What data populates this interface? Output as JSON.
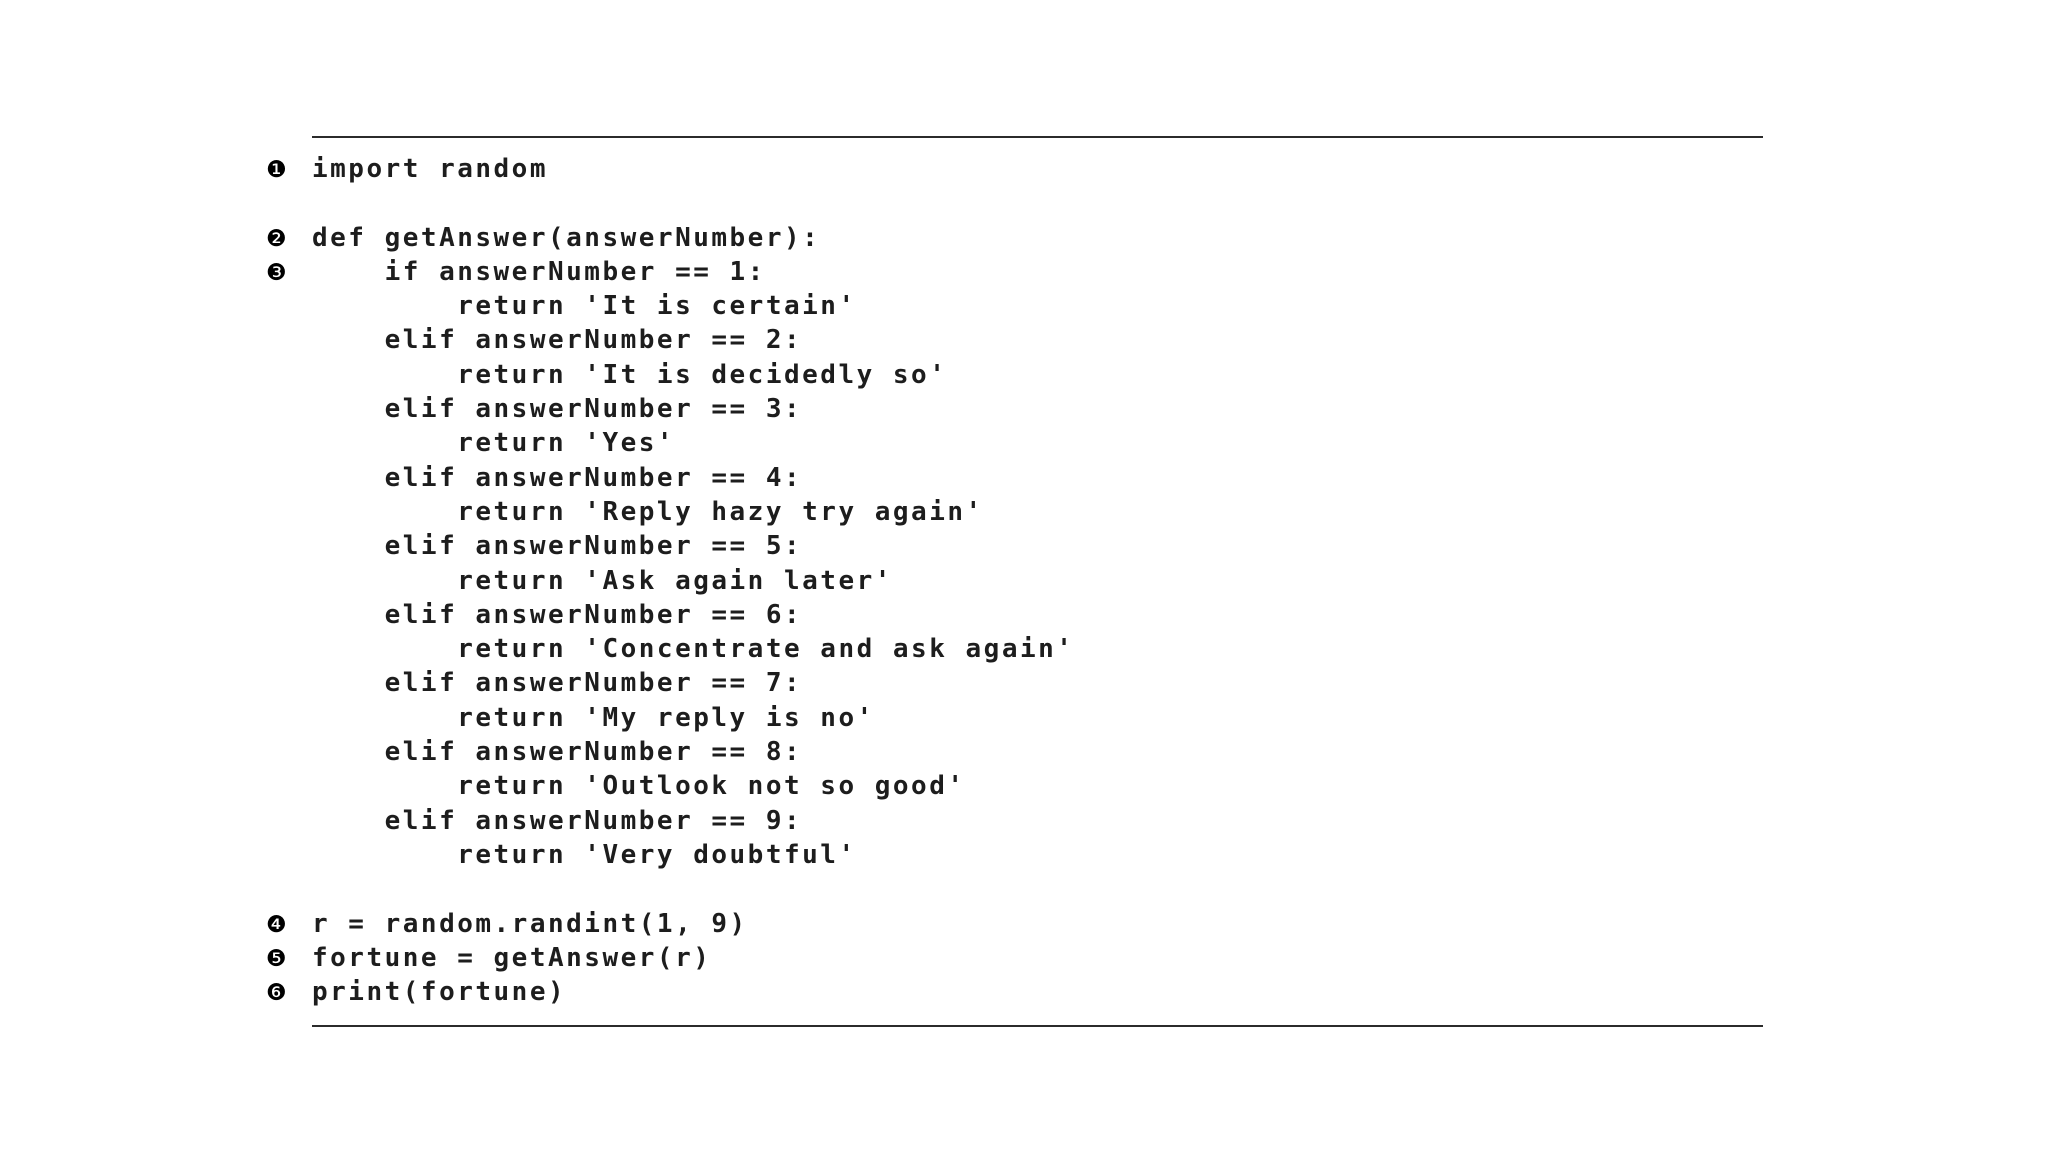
{
  "page": {
    "background_color": "#ffffff"
  },
  "listing": {
    "rule_color": "#2b2b2b",
    "text_color": "#1d1d1d",
    "marker_color": "#000000",
    "lines": [
      {
        "marker": "❶",
        "code": "import random"
      },
      {
        "marker": "",
        "code": ""
      },
      {
        "marker": "❷",
        "code": "def getAnswer(answerNumber):"
      },
      {
        "marker": "❸",
        "code": "    if answerNumber == 1:"
      },
      {
        "marker": "",
        "code": "        return 'It is certain'"
      },
      {
        "marker": "",
        "code": "    elif answerNumber == 2:"
      },
      {
        "marker": "",
        "code": "        return 'It is decidedly so'"
      },
      {
        "marker": "",
        "code": "    elif answerNumber == 3:"
      },
      {
        "marker": "",
        "code": "        return 'Yes'"
      },
      {
        "marker": "",
        "code": "    elif answerNumber == 4:"
      },
      {
        "marker": "",
        "code": "        return 'Reply hazy try again'"
      },
      {
        "marker": "",
        "code": "    elif answerNumber == 5:"
      },
      {
        "marker": "",
        "code": "        return 'Ask again later'"
      },
      {
        "marker": "",
        "code": "    elif answerNumber == 6:"
      },
      {
        "marker": "",
        "code": "        return 'Concentrate and ask again'"
      },
      {
        "marker": "",
        "code": "    elif answerNumber == 7:"
      },
      {
        "marker": "",
        "code": "        return 'My reply is no'"
      },
      {
        "marker": "",
        "code": "    elif answerNumber == 8:"
      },
      {
        "marker": "",
        "code": "        return 'Outlook not so good'"
      },
      {
        "marker": "",
        "code": "    elif answerNumber == 9:"
      },
      {
        "marker": "",
        "code": "        return 'Very doubtful'"
      },
      {
        "marker": "",
        "code": ""
      },
      {
        "marker": "❹",
        "code": "r = random.randint(1, 9)"
      },
      {
        "marker": "❺",
        "code": "fortune = getAnswer(r)"
      },
      {
        "marker": "❻",
        "code": "print(fortune)"
      }
    ]
  }
}
